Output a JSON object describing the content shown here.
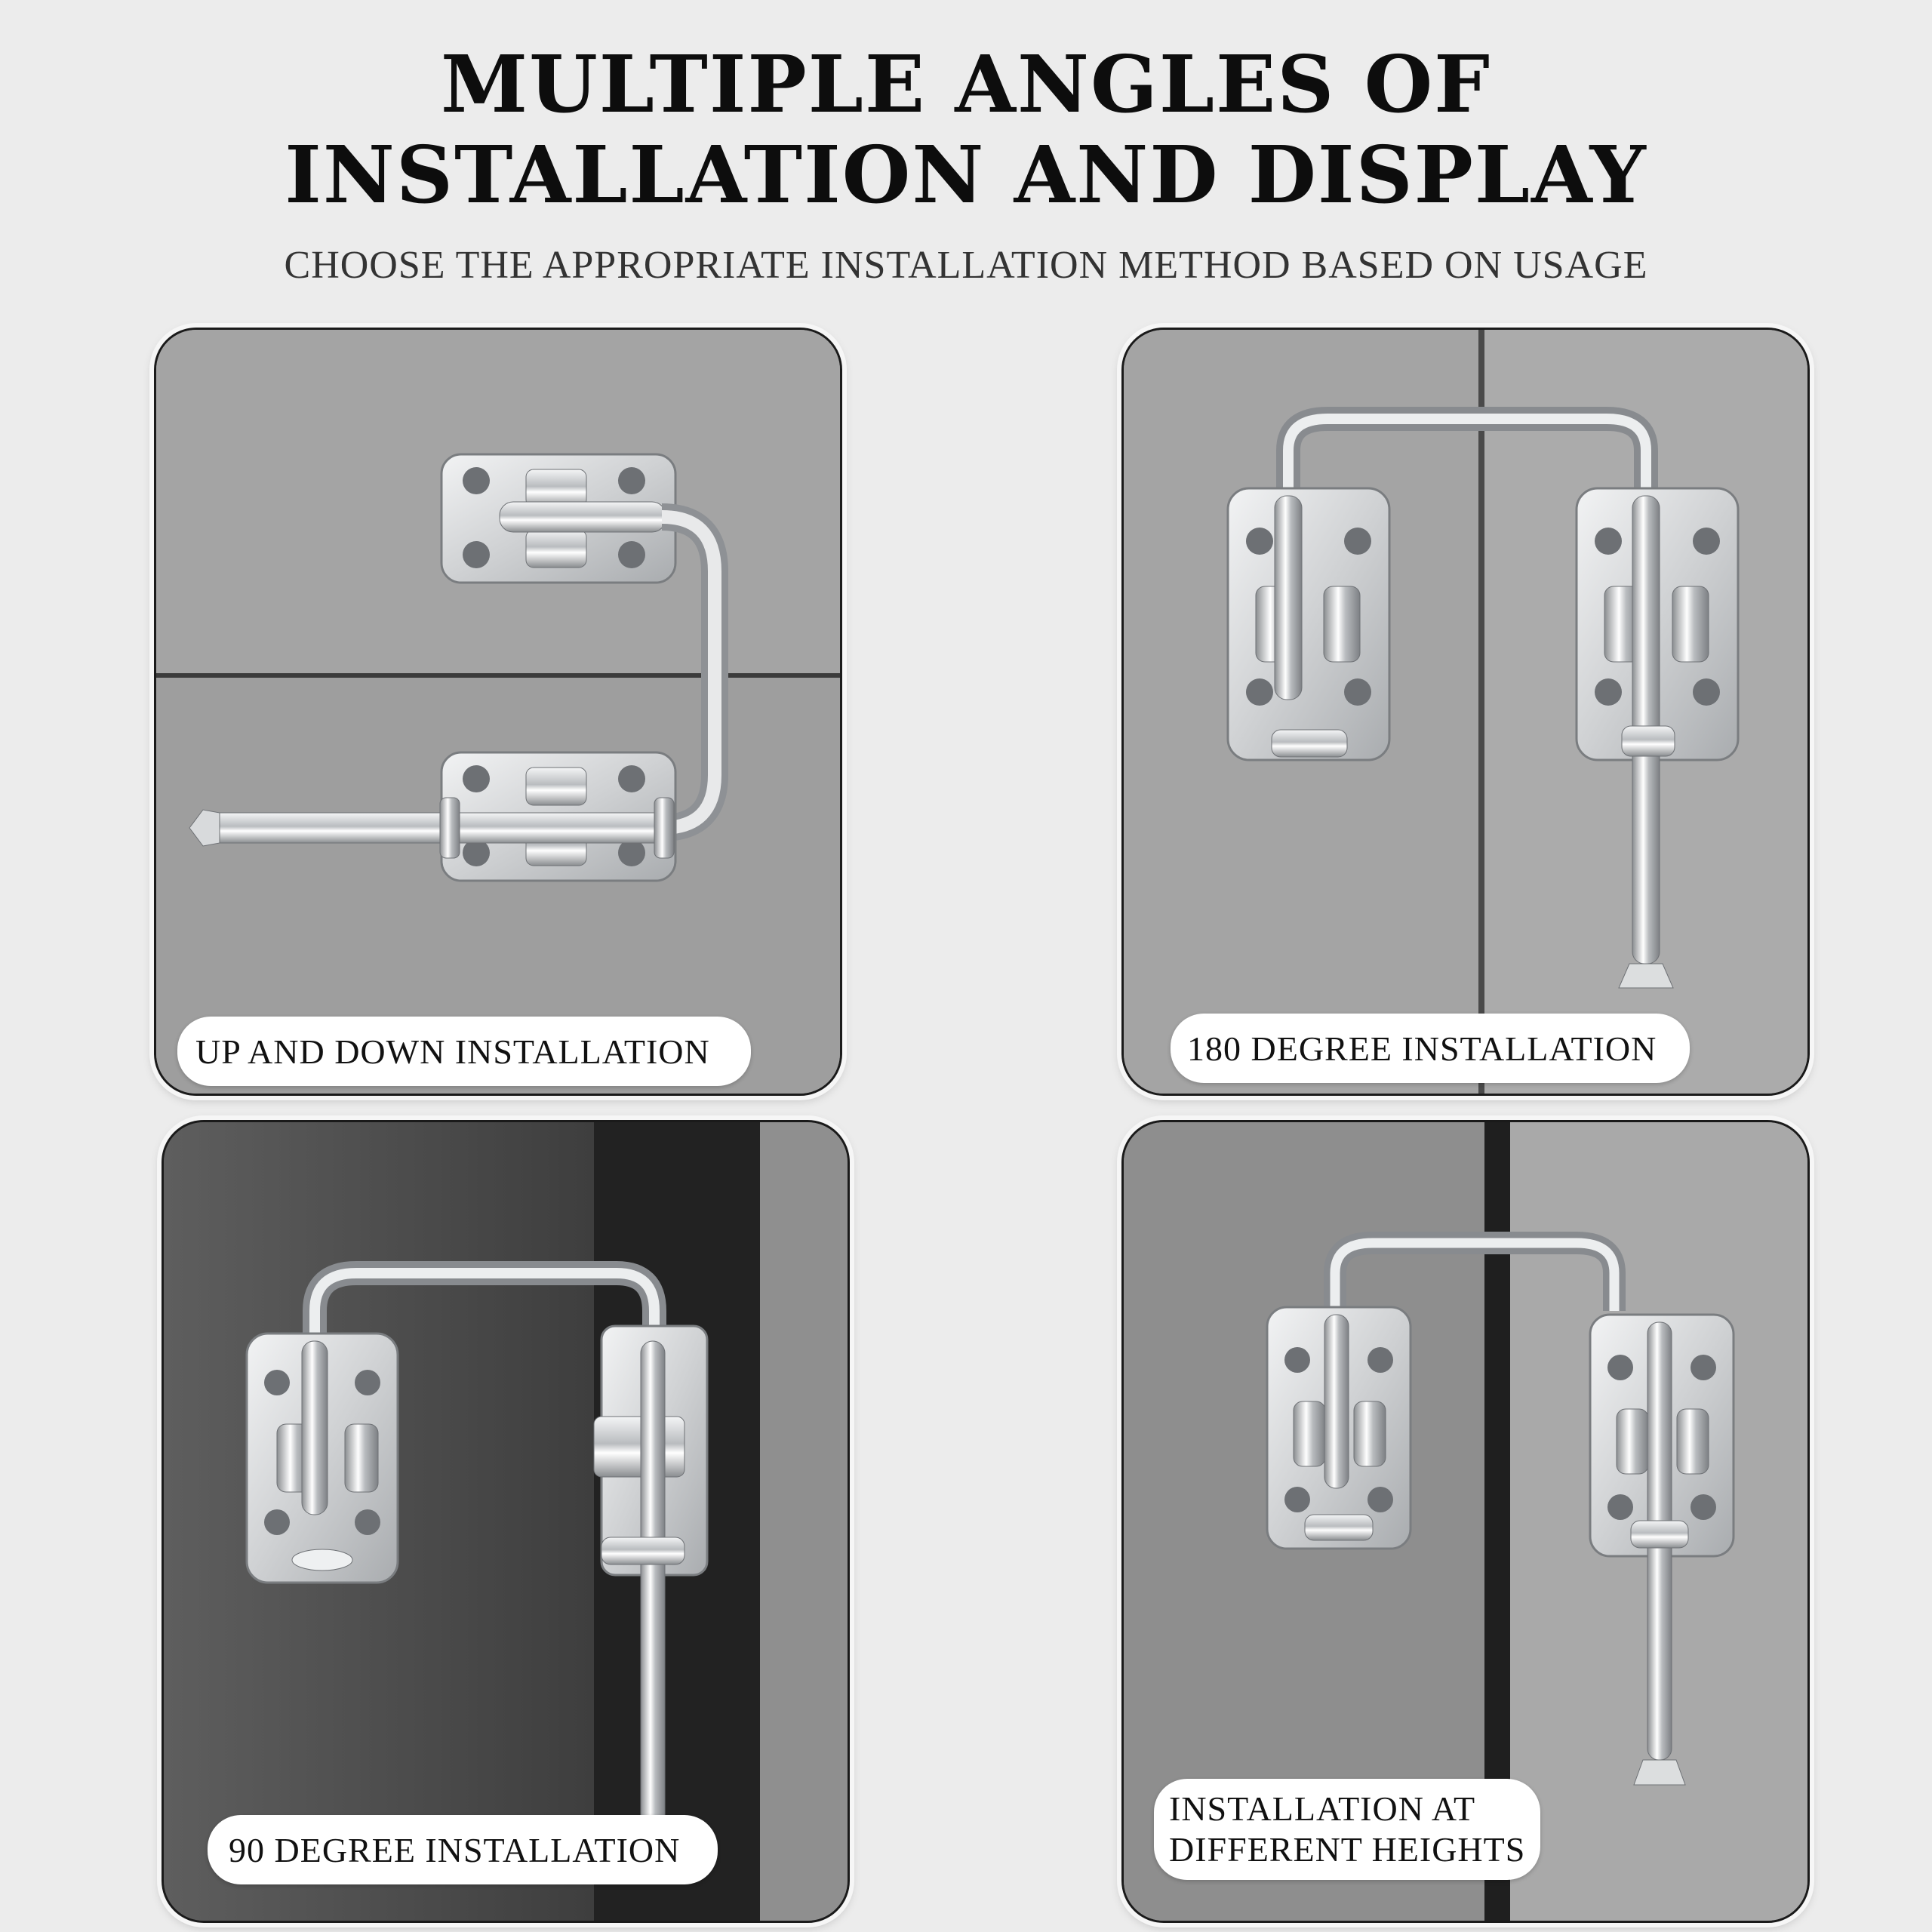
{
  "header": {
    "title_line1": "MULTIPLE ANGLES OF",
    "title_line2": "INSTALLATION AND DISPLAY",
    "subtitle": "CHOOSE THE APPROPRIATE INSTALLATION METHOD BASED ON USAGE"
  },
  "panels": [
    {
      "caption": "UP AND DOWN INSTALLATION"
    },
    {
      "caption": "180 DEGREE INSTALLATION"
    },
    {
      "caption": "90 DEGREE INSTALLATION"
    },
    {
      "caption_line1": "INSTALLATION AT",
      "caption_line2": "DIFFERENT HEIGHTS"
    }
  ],
  "colors": {
    "page_bg": "#ececec",
    "door_gray": "#9c9c9c",
    "dark_gray": "#555555",
    "steel": "#d4d6d8"
  }
}
